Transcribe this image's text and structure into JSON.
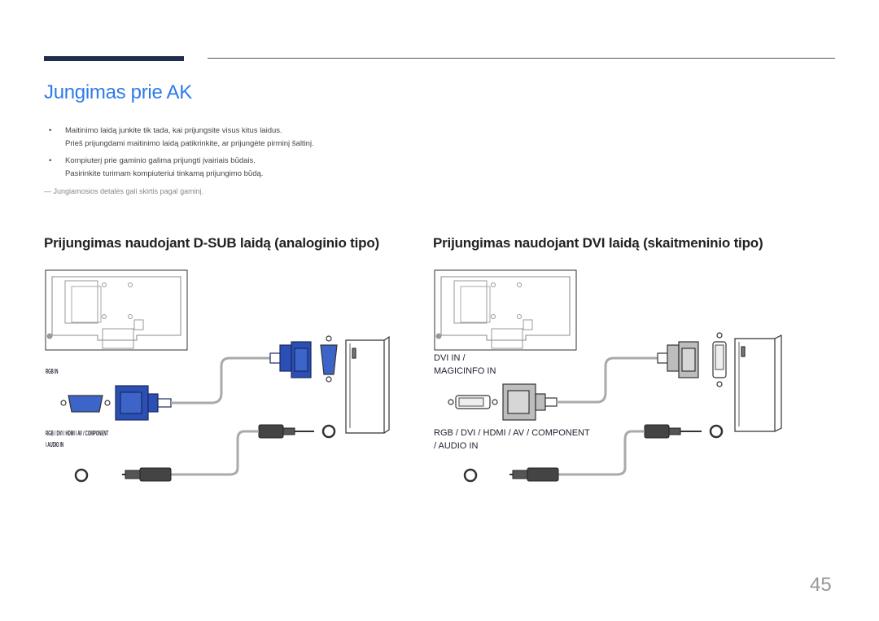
{
  "header": {
    "title": "Jungimas prie AK"
  },
  "bullets": [
    {
      "line1": "Maitinimo laidą junkite tik tada, kai prijungsite visus kitus laidus.",
      "line2": "Prieš prijungdami maitinimo laidą patikrinkite, ar prijungėte pirminį šaltinį."
    },
    {
      "line1": "Kompiuterį prie gaminio galima prijungti įvairiais būdais.",
      "line2": "Pasirinkite turimam kompiuteriui tinkamą prijungimo būdą."
    }
  ],
  "bullet_glyph": "•",
  "note": "― Jungiamosios detalės gali skirtis pagal gaminį.",
  "sections": {
    "dsub": {
      "title": "Prijungimas naudojant D-SUB laidą (analoginio tipo)",
      "label_rgb": "RGB IN",
      "label_audio1": "RGB / DVI / HDMI / AV / COMPONENT",
      "label_audio2": "/ AUDIO IN"
    },
    "dvi": {
      "title": "Prijungimas naudojant DVI laidą (skaitmeninio tipo)",
      "label_dvi1": "DVI IN /",
      "label_dvi2": "MAGICINFO IN",
      "label_audio1": "RGB / DVI / HDMI / AV / COMPONENT",
      "label_audio2": "/ AUDIO IN"
    }
  },
  "page_number": "45",
  "colors": {
    "title_blue": "#2e7be8",
    "vga_blue": "#2b4fb3",
    "dvi_gray": "#bdbdbd"
  }
}
